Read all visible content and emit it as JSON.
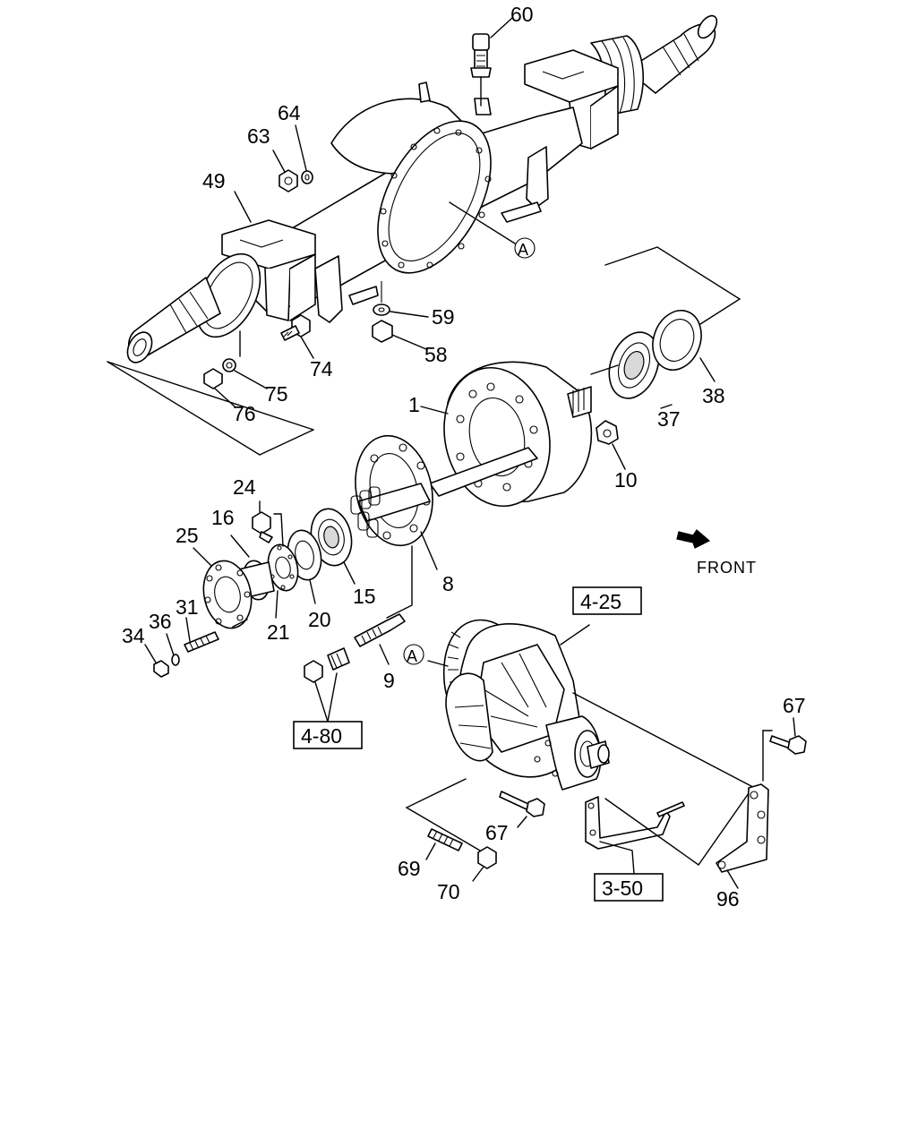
{
  "labels": {
    "l60": "60",
    "l64": "64",
    "l63": "63",
    "l49": "49",
    "lA1": "A",
    "l59": "59",
    "l58": "58",
    "l74": "74",
    "l75": "75",
    "l76": "76",
    "l38": "38",
    "l37": "37",
    "l1": "1",
    "l10": "10",
    "l24": "24",
    "l16": "16",
    "l25": "25",
    "l31": "31",
    "l36": "36",
    "l34": "34",
    "l21": "21",
    "l20": "20",
    "l15": "15",
    "l8": "8",
    "l9": "9",
    "lA2": "A",
    "l67a": "67",
    "l67b": "67",
    "l69": "69",
    "l70": "70",
    "l96": "96"
  },
  "refs": {
    "r425": "4-25",
    "r480": "4-80",
    "r350": "3-50"
  },
  "front_label": "FRONT"
}
